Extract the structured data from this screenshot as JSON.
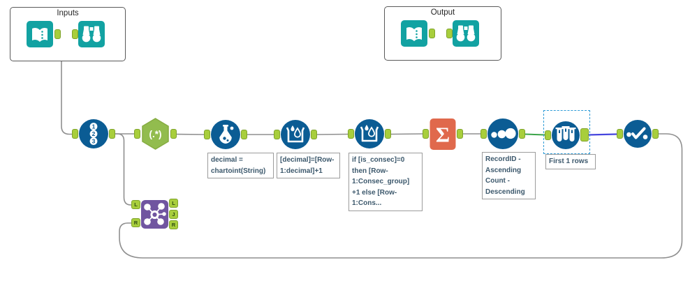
{
  "containers": {
    "inputs": {
      "title": "Inputs"
    },
    "output": {
      "title": "Output"
    }
  },
  "tools": {
    "record_id": {
      "icon_numbers": [
        "1",
        "2",
        "3"
      ]
    },
    "regex": {
      "label": "(.*)"
    },
    "summarize": {
      "glyph": "Σ"
    },
    "join": {
      "input_anchors": [
        "L",
        "R"
      ],
      "output_anchors": [
        "L",
        "J",
        "R"
      ]
    }
  },
  "annotations": {
    "formula": "decimal =\nchartoint(String)",
    "multi_row_1": "[decimal]=[Row-\n1:decimal]+1",
    "multi_row_2": "if [is_consec]=0\nthen [Row-\n1:Consec_group]\n+1 else [Row-\n1:Cons...",
    "sort": "RecordID -\nAscending\nCount -\nDescending",
    "sample": "First 1 rows"
  },
  "colors": {
    "tool_teal": "#12A2A2",
    "tool_blue": "#0B5C94",
    "anchor_lime": "#A8CE3C",
    "regex_green": "#92BC4E",
    "summarize_orange": "#E0694C",
    "join_purple": "#7055A0",
    "wire_gray": "#8F8F8F",
    "wire_green": "#3BA449",
    "wire_blue": "#4645DE",
    "selection_blue": "#2E9BD6"
  }
}
